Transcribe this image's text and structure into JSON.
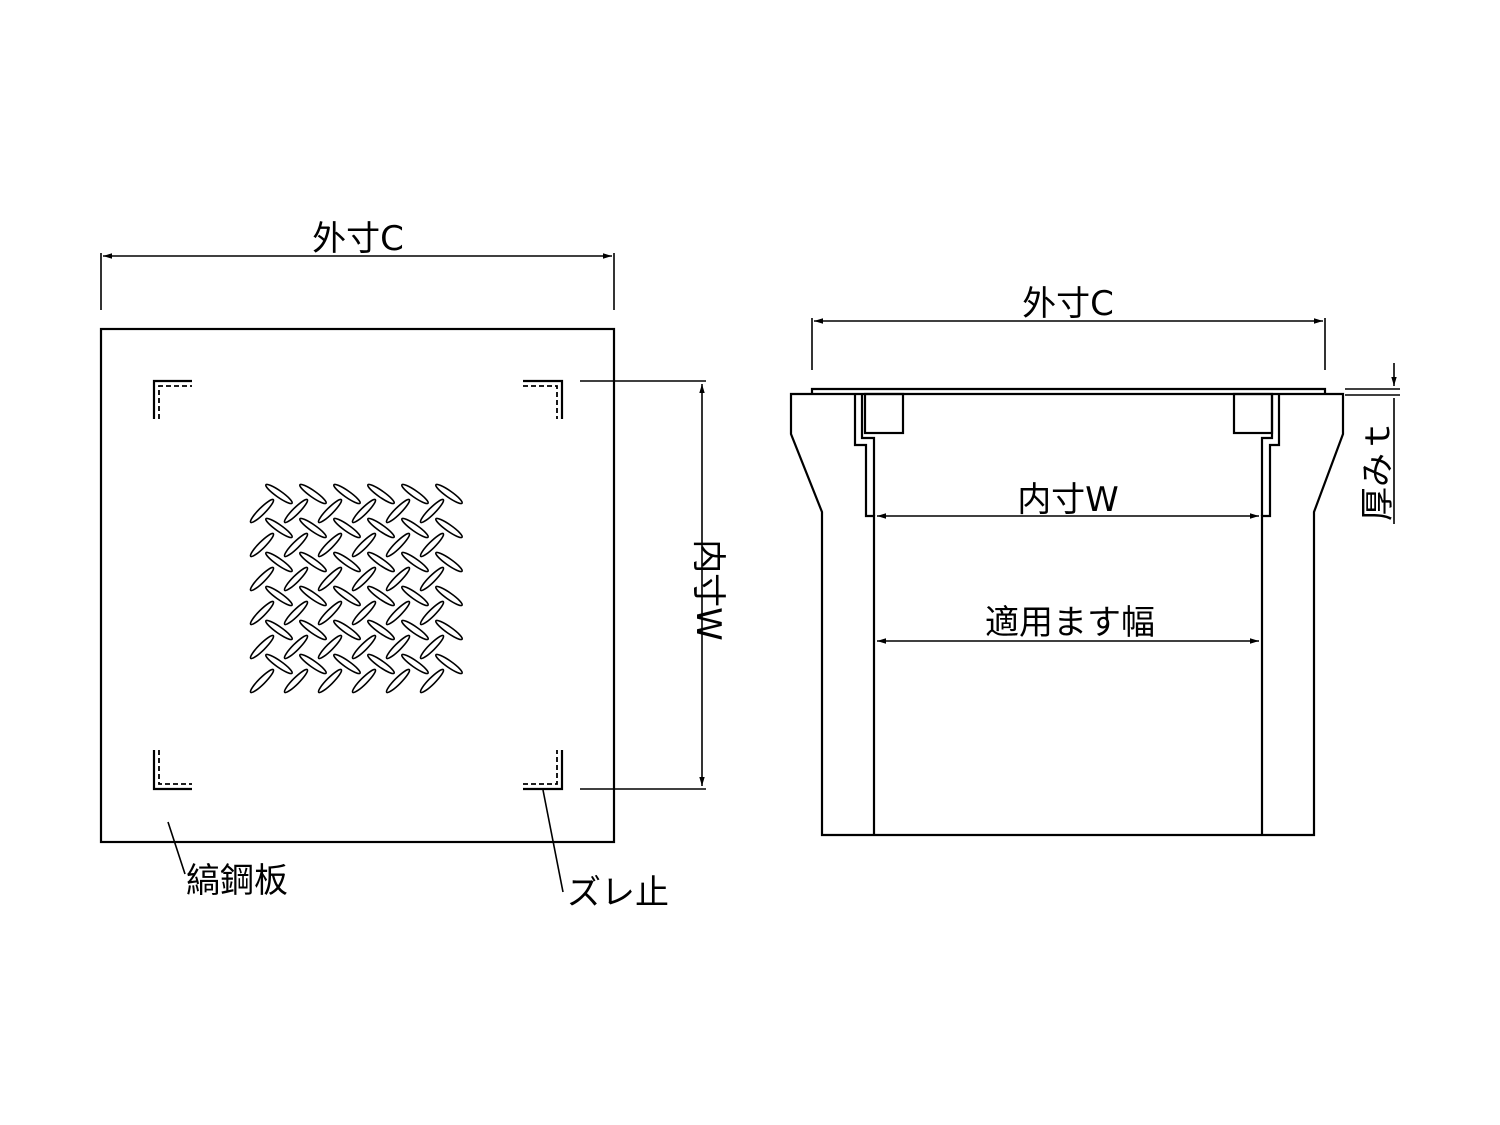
{
  "plan_view": {
    "outer_dim_label": "外寸C",
    "inner_dim_label": "内寸W",
    "plate_label": "縞鋼板",
    "stopper_label": "ズレ止"
  },
  "section_view": {
    "outer_dim_label": "外寸C",
    "inner_dim_label": "内寸W",
    "basin_width_label": "適用ます幅",
    "thickness_label": "厚みｔ"
  }
}
